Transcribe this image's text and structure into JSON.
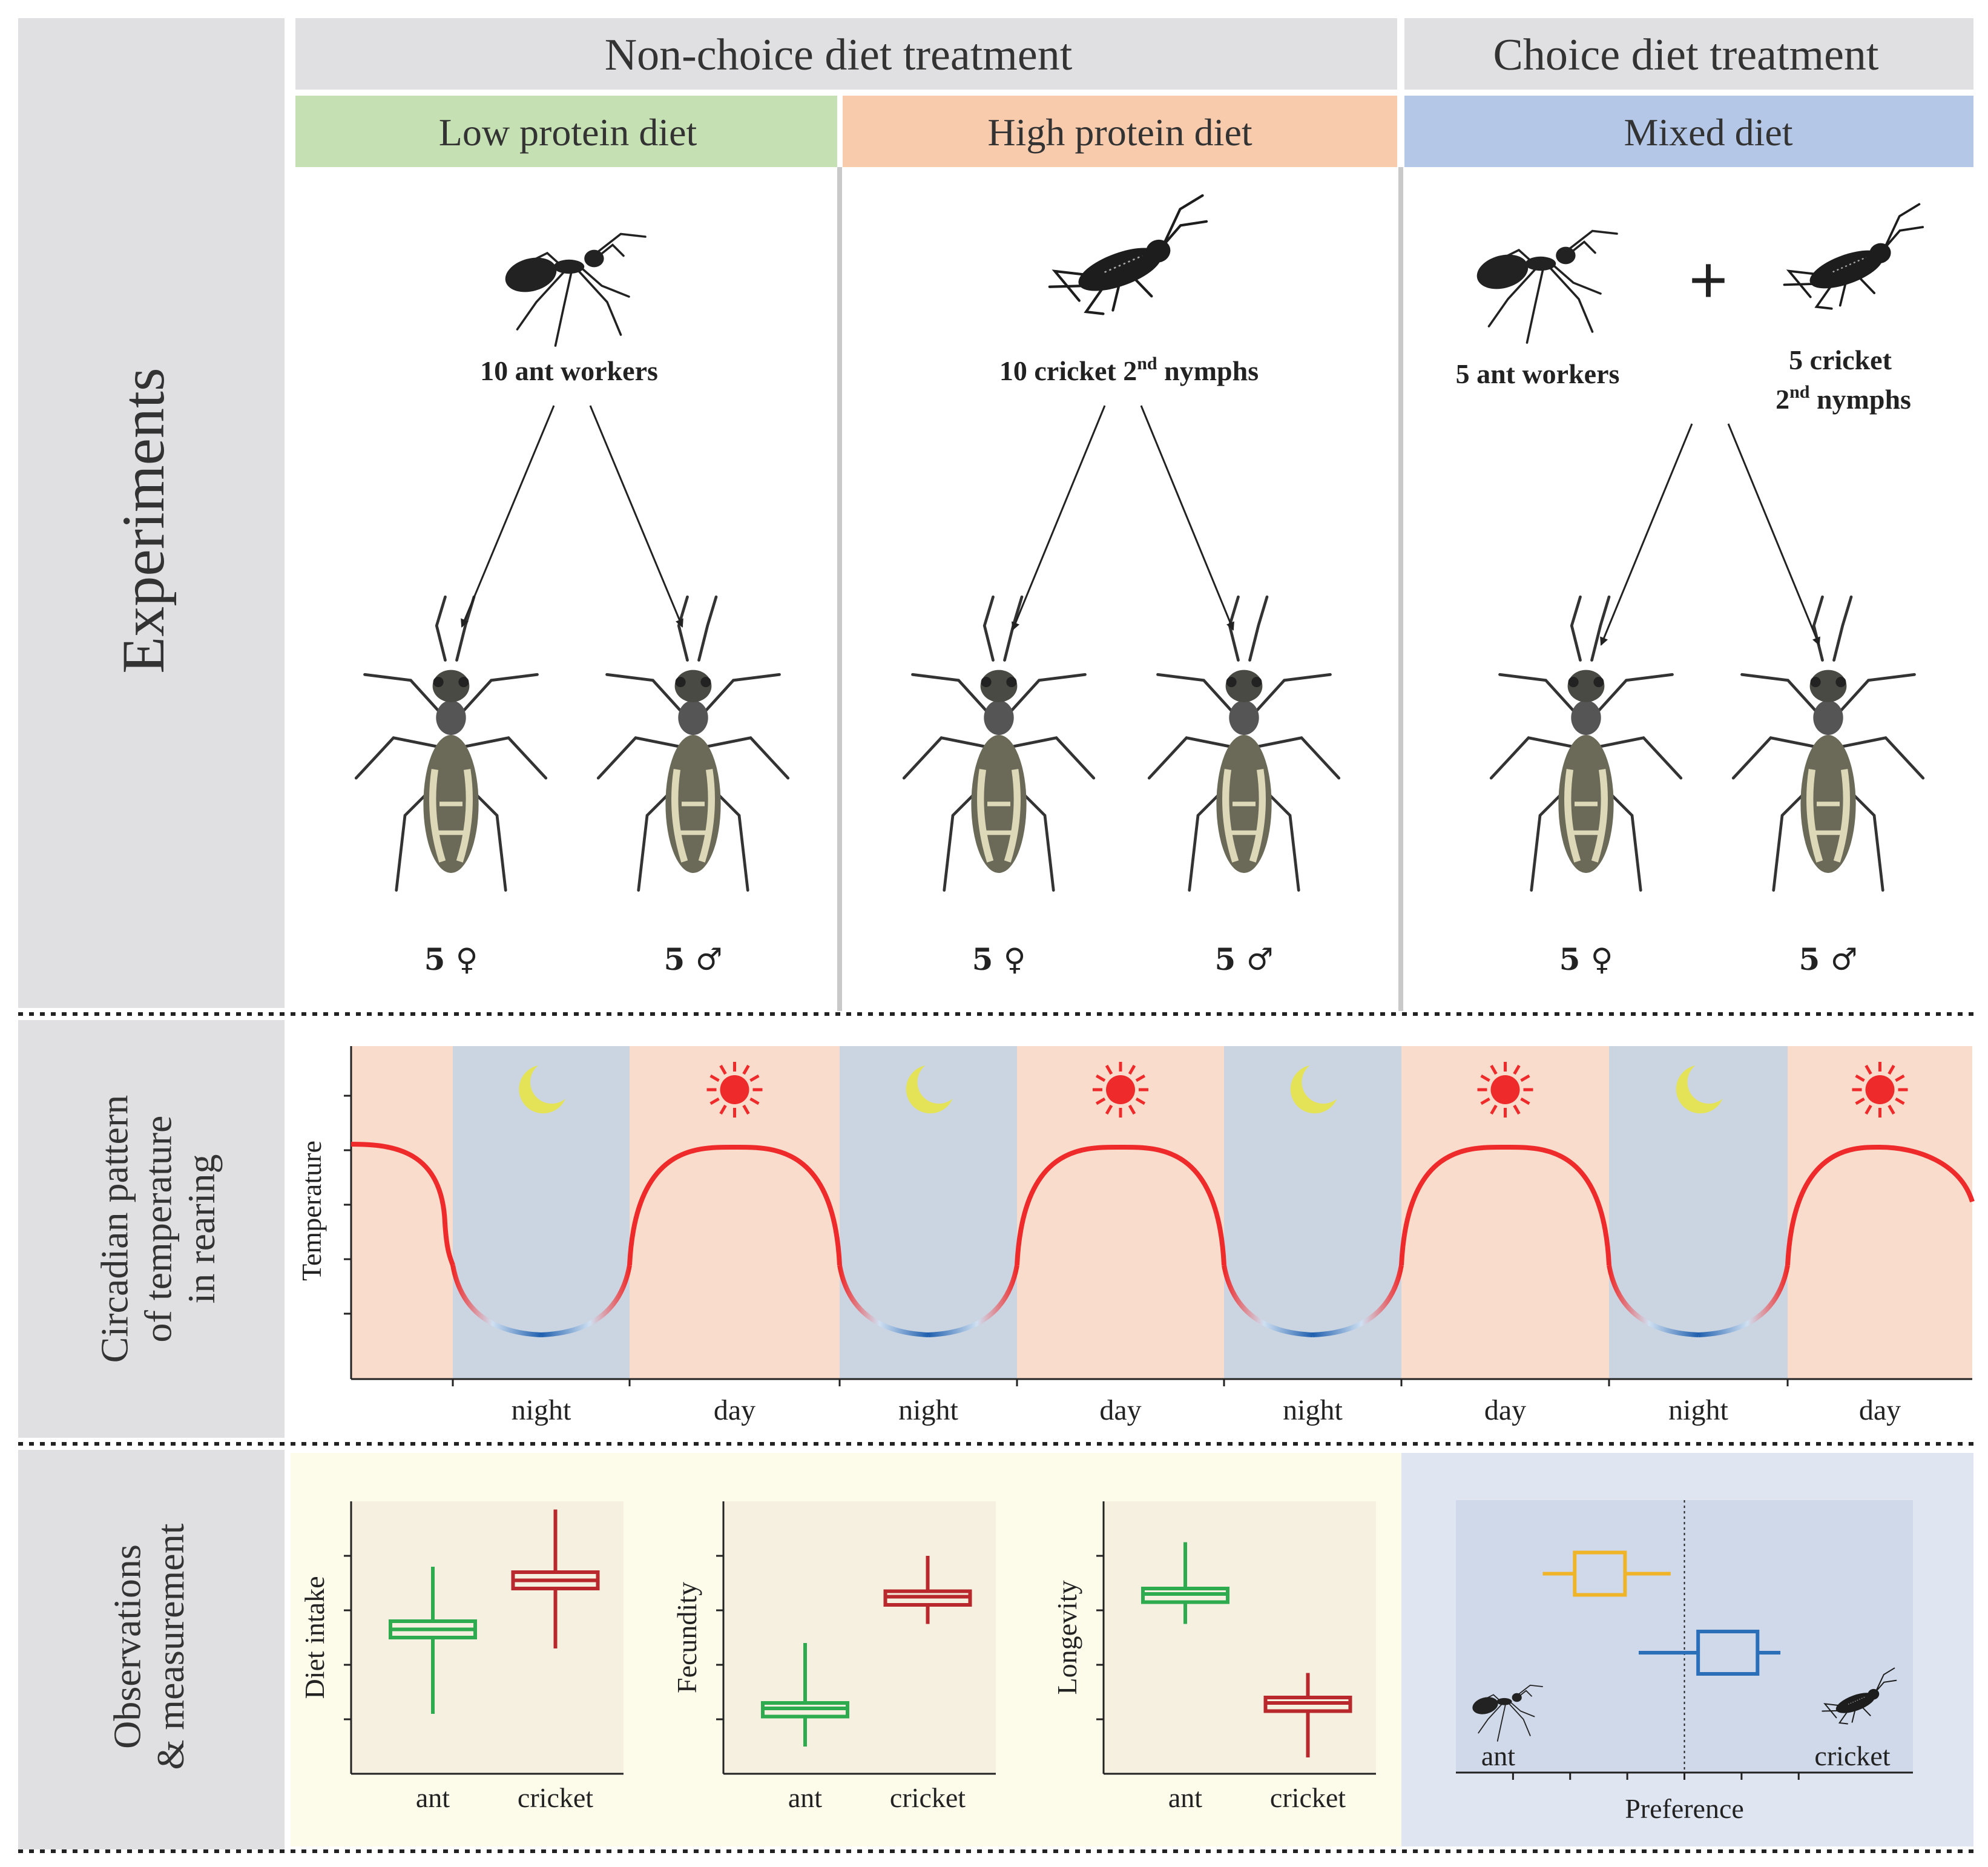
{
  "header": {
    "nonchoice": "Non-choice diet treatment",
    "choice": "Choice diet treatment"
  },
  "diets": {
    "low": "Low protein diet",
    "high": "High protein diet",
    "mixed": "Mixed diet"
  },
  "rows": {
    "experiments": "Experiments",
    "circadian": [
      "Circadian pattern",
      "of temperature",
      "in rearing"
    ],
    "observations": [
      "Observations",
      "& measurement"
    ]
  },
  "prey": {
    "low": "10 ant workers",
    "high_main": "10 cricket 2",
    "high_sup": "nd",
    "high_tail": " nymphs",
    "mixed_ant": "5 ant workers",
    "mixed_cricket_1": "5 cricket",
    "mixed_cricket_2_main": "2",
    "mixed_cricket_2_sup": "nd",
    "mixed_cricket_2_tail": " nymphs",
    "plus": "+"
  },
  "sexes": {
    "female": "5 ♀",
    "male": "5 ♂"
  },
  "circadian_chart": {
    "ylabel": "Temperature",
    "periods": [
      "night",
      "day",
      "night",
      "day",
      "night",
      "day",
      "night",
      "day"
    ],
    "colors": {
      "day_bg": "#f9dccb",
      "night_bg": "#cbd5e1",
      "warm": "#ee2a2a",
      "cool": "#1f5fae",
      "sun": "#ee2a2a",
      "moon": "#e4e256"
    }
  },
  "chart_data": [
    {
      "type": "box",
      "ylabel": "Diet intake",
      "categories": [
        "ant",
        "cricket"
      ],
      "colors": [
        "#2eab4e",
        "#b8282c"
      ],
      "boxes": [
        {
          "min": 0.22,
          "q1": 0.5,
          "median": 0.53,
          "q3": 0.56,
          "max": 0.76
        },
        {
          "min": 0.46,
          "q1": 0.68,
          "median": 0.71,
          "q3": 0.74,
          "max": 0.97
        }
      ]
    },
    {
      "type": "box",
      "ylabel": "Fecundity",
      "categories": [
        "ant",
        "cricket"
      ],
      "colors": [
        "#2eab4e",
        "#b8282c"
      ],
      "boxes": [
        {
          "min": 0.1,
          "q1": 0.21,
          "median": 0.24,
          "q3": 0.26,
          "max": 0.48
        },
        {
          "min": 0.55,
          "q1": 0.62,
          "median": 0.65,
          "q3": 0.67,
          "max": 0.8
        }
      ]
    },
    {
      "type": "box",
      "ylabel": "Longevity",
      "categories": [
        "ant",
        "cricket"
      ],
      "colors": [
        "#2eab4e",
        "#b8282c"
      ],
      "boxes": [
        {
          "min": 0.55,
          "q1": 0.63,
          "median": 0.66,
          "q3": 0.68,
          "max": 0.85
        },
        {
          "min": 0.06,
          "q1": 0.23,
          "median": 0.26,
          "q3": 0.28,
          "max": 0.37
        }
      ]
    },
    {
      "type": "box-horizontal",
      "xlabel": "Preference",
      "end_labels": [
        "ant",
        "cricket"
      ],
      "colors": [
        "#f0b429",
        "#2a6fb8"
      ],
      "boxes": [
        {
          "min": 0.19,
          "q1": 0.26,
          "median": 0.3,
          "q3": 0.37,
          "max": 0.47
        },
        {
          "min": 0.4,
          "q1": 0.53,
          "median": 0.58,
          "q3": 0.66,
          "max": 0.71
        }
      ]
    }
  ]
}
